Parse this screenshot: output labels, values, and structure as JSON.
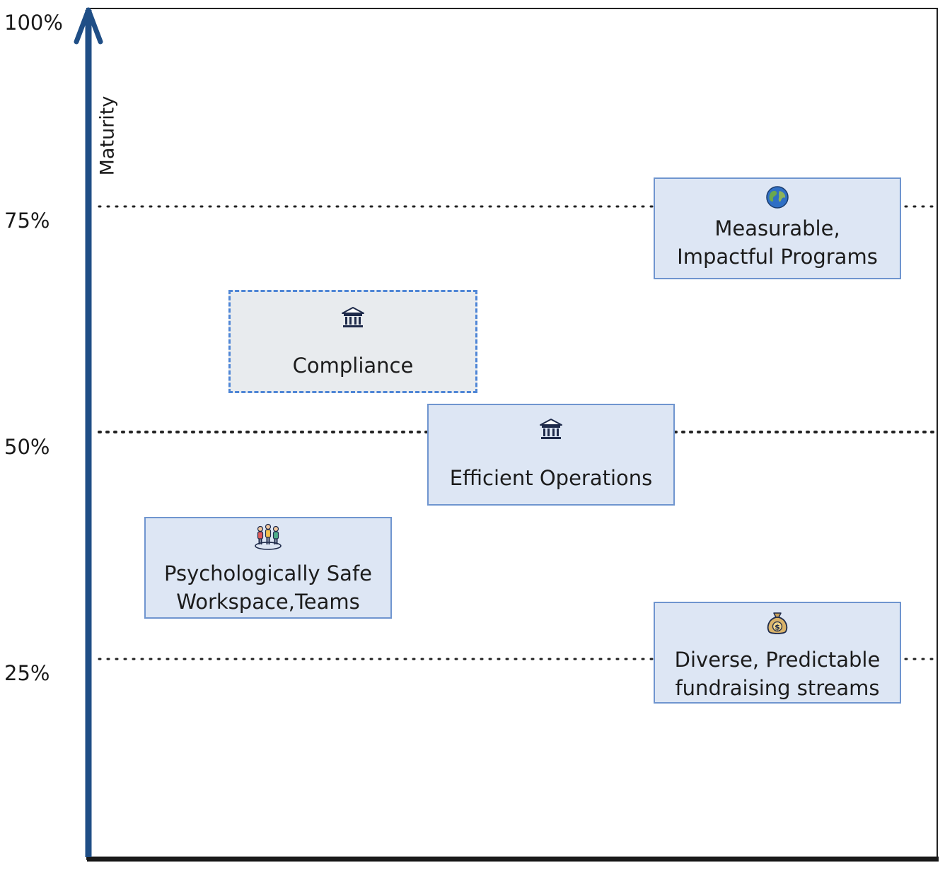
{
  "diagram": {
    "axis": {
      "title": "Maturity",
      "tick_labels": [
        "100%",
        "75%",
        "50%",
        "25%"
      ]
    },
    "levels": [
      "75%",
      "50%",
      "25%"
    ],
    "boxes": [
      {
        "id": "measurable",
        "lines": [
          "Measurable,",
          "Impactful Programs"
        ],
        "icon": "globe-icon",
        "style": "solid"
      },
      {
        "id": "compliance",
        "lines": [
          "Compliance"
        ],
        "icon": "bank-icon",
        "style": "dashed"
      },
      {
        "id": "operations",
        "lines": [
          "Efficient Operations"
        ],
        "icon": "bank-icon",
        "style": "solid"
      },
      {
        "id": "psych",
        "lines": [
          "Psychologically Safe",
          "Workspace,Teams"
        ],
        "icon": "team-icon",
        "style": "solid"
      },
      {
        "id": "fundraising",
        "lines": [
          "Diverse, Predictable",
          "fundraising streams"
        ],
        "icon": "money-bag-icon",
        "style": "solid"
      }
    ],
    "colors": {
      "axis": "#1f4e86",
      "box_fill": "#dde6f4",
      "box_border": "#6f95cf",
      "dashed_fill": "#e8ebee",
      "dashed_border": "#4f86d6"
    }
  }
}
